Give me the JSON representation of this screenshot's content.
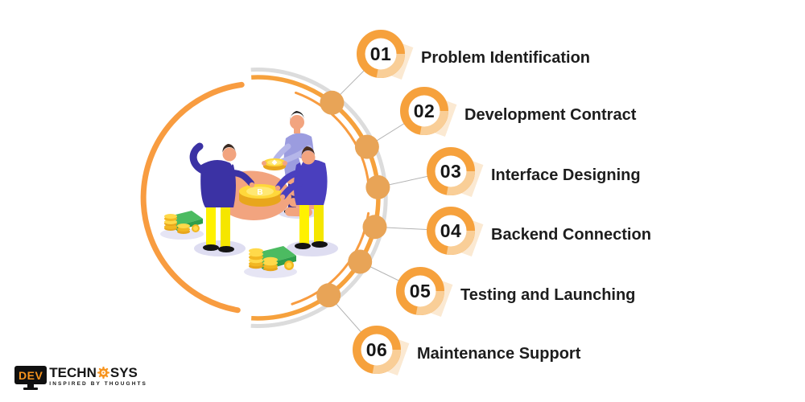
{
  "steps": [
    {
      "number": "01",
      "label": "Problem Identification"
    },
    {
      "number": "02",
      "label": "Development Contract"
    },
    {
      "number": "03",
      "label": "Interface Designing"
    },
    {
      "number": "04",
      "label": "Backend Connection"
    },
    {
      "number": "05",
      "label": "Testing and Launching"
    },
    {
      "number": "06",
      "label": "Maintenance Support"
    }
  ],
  "logo": {
    "dev": "DEV",
    "name_left": "TECHN",
    "name_right": "SYS",
    "tagline": "INSPIRED BY THOUGHTS"
  },
  "icons": {
    "gear": "gear-icon",
    "bitcoin_symbol": "B"
  },
  "colors": {
    "accent_orange": "#F6A13C",
    "ring_orange": "#F89C40",
    "ring_light": "#F9CE97",
    "node_orange": "#E8A457",
    "band_gray": "#DCDCDC",
    "text_dark": "#1D1D1D",
    "logo_orange": "#F7941E",
    "jacket_indigo": "#3B32A4",
    "pants_yellow": "#FFF100",
    "shirt_lavender": "#9B9CDF",
    "skin": "#F2A47F",
    "coin_gold": "#FFD83B",
    "coin_side": "#E8A61C",
    "money_green": "#4CBB61",
    "shadow_lavender": "#DEDDF1"
  }
}
